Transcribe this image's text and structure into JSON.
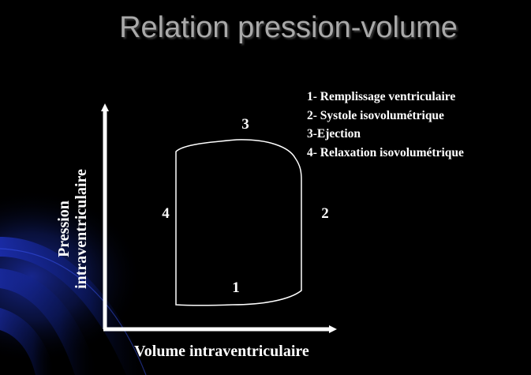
{
  "slide": {
    "title": "Relation pression-volume",
    "legend": [
      "1- Remplissage ventriculaire",
      "2- Systole isovolumétrique",
      "3-Ejection",
      "4- Relaxation isovolumétrique"
    ]
  },
  "diagram": {
    "x_axis_label": "Volume intraventriculaire",
    "y_axis_label_line1": "Pression",
    "y_axis_label_line2": "intraventriculaire",
    "phase_labels": {
      "filling": "1",
      "isovolumetric_systole": "2",
      "ejection": "3",
      "isovolumetric_relaxation": "4"
    }
  },
  "colors": {
    "background": "#000000",
    "title": "#a9a9a9",
    "text": "#ffffff",
    "axis": "#ffffff",
    "curve": "#ffffff",
    "accent_swoosh": "#1a2fa8"
  }
}
